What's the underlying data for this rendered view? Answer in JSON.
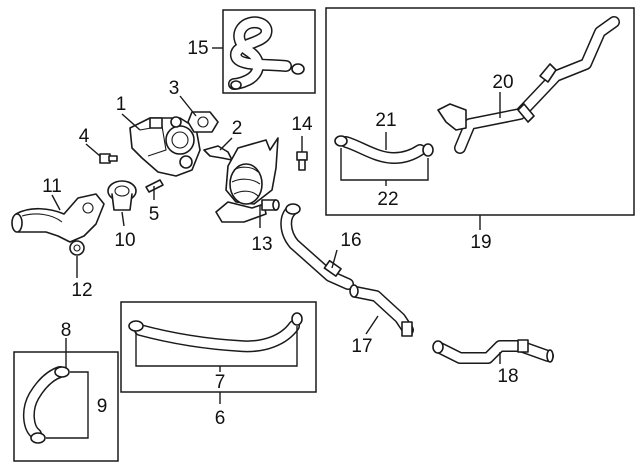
{
  "callouts": {
    "c1": "1",
    "c2": "2",
    "c3": "3",
    "c4": "4",
    "c5": "5",
    "c6": "6",
    "c7": "7",
    "c8": "8",
    "c9": "9",
    "c10": "10",
    "c11": "11",
    "c12": "12",
    "c13": "13",
    "c14": "14",
    "c15": "15",
    "c16": "16",
    "c17": "17",
    "c18": "18",
    "c19": "19",
    "c20": "20",
    "c21": "21",
    "c22": "22"
  },
  "colors": {
    "line": "#1a1a1a",
    "background": "#ffffff",
    "shade": "#d9d9d9"
  }
}
